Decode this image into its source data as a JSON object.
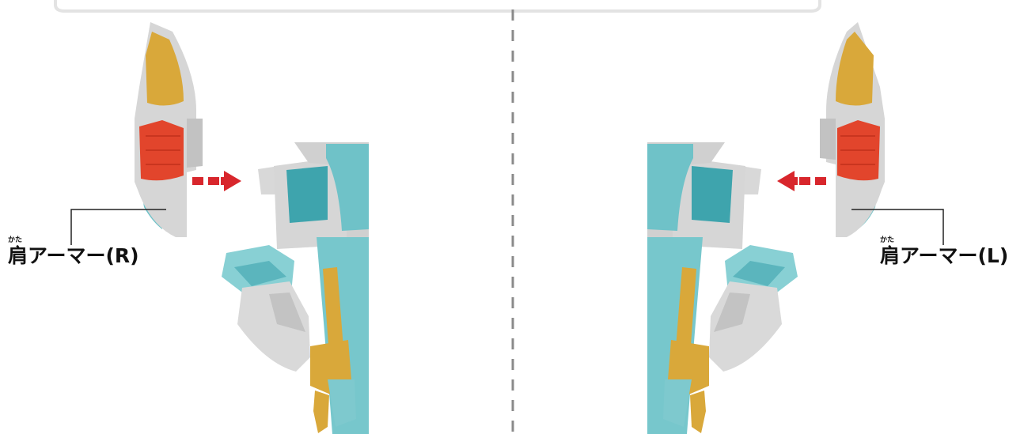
{
  "labels": {
    "right": {
      "ruby": "かた",
      "text": "肩アーマー(R)"
    },
    "left": {
      "ruby": "かた",
      "text": "肩アーマー(L)"
    }
  },
  "colors": {
    "background": "#ffffff",
    "armor_gray": "#d5d5d5",
    "armor_gray_dark": "#b9b9b9",
    "armor_yellow": "#d9a83a",
    "armor_red": "#e2452c",
    "body_teal": "#6fc2c8",
    "body_teal_dark": "#3ea4ad",
    "arrow_red": "#d8262c",
    "divider": "#8a8a8a",
    "top_bar": "#e6e6e6"
  },
  "icons": [
    "arrow-right-icon",
    "arrow-left-icon"
  ]
}
